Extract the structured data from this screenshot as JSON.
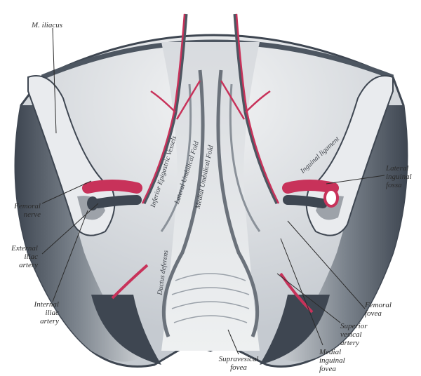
{
  "figure": {
    "subject": "Posterior view of the anterior abdominal wall, lower part",
    "labels": {
      "m_iliacus": "M. iliacus",
      "femoral_nerve": [
        "Femoral",
        "nerve"
      ],
      "external_iliac_artery": [
        "External",
        "iliac",
        "artery"
      ],
      "internal_iliac_artery": [
        "Internal",
        "iliac",
        "artery"
      ],
      "lateral_inguinal_fossa": [
        "Lateral",
        "inguinal",
        "fossa"
      ],
      "femoral_fovea": [
        "Femoral",
        "fovea"
      ],
      "superior_vesical_artery": [
        "Superior",
        "vesical",
        "artery"
      ],
      "medial_inguinal_fovea": [
        "Medial",
        "inguinal",
        "fovea"
      ],
      "supravesical_fovea": [
        "Supravesical",
        "fovea"
      ]
    },
    "inline_labels": {
      "inferior_epigastric_vessels": "Inferior Epigastric Vessels",
      "lateral_umbilical_fold": "Lateral Umbilical Fold",
      "medial_umbilical_fold": "Medial Umbilical Fold",
      "inguinal_ligament": "Inguinal ligament",
      "ductus_deferens": "Ductus deferens"
    },
    "colors": {
      "artery": "#c8325a",
      "tissue_dark": "#4d5661",
      "tissue_mid": "#9aa1a9",
      "tissue_light": "#e6e8ea",
      "label": "#2b2b2b"
    }
  }
}
